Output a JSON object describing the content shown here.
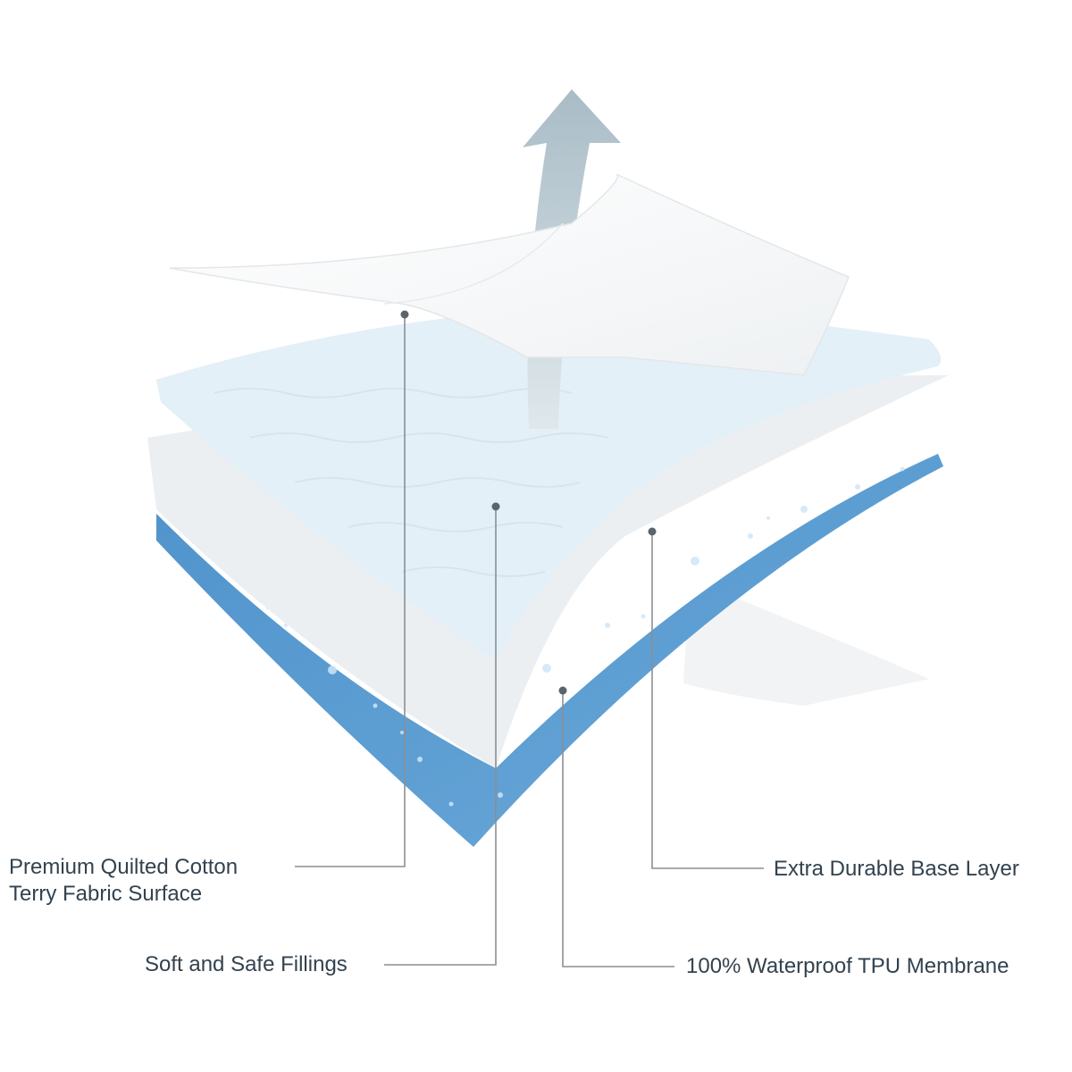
{
  "labels": {
    "top_layer_line1": "Premium Quilted Cotton",
    "top_layer_line2": "Terry Fabric Surface",
    "filling": "Soft and Safe Fillings",
    "base": "Extra Durable Base Layer",
    "membrane": "100% Waterproof TPU Membrane"
  },
  "colors": {
    "text": "#33424e",
    "leader_line": "#8a8f94",
    "membrane_blue": "#5b9bd0",
    "arrow": "#b9c9d1",
    "fill_layer": "#e4f0f7",
    "base_layer": "#e9ecef"
  }
}
